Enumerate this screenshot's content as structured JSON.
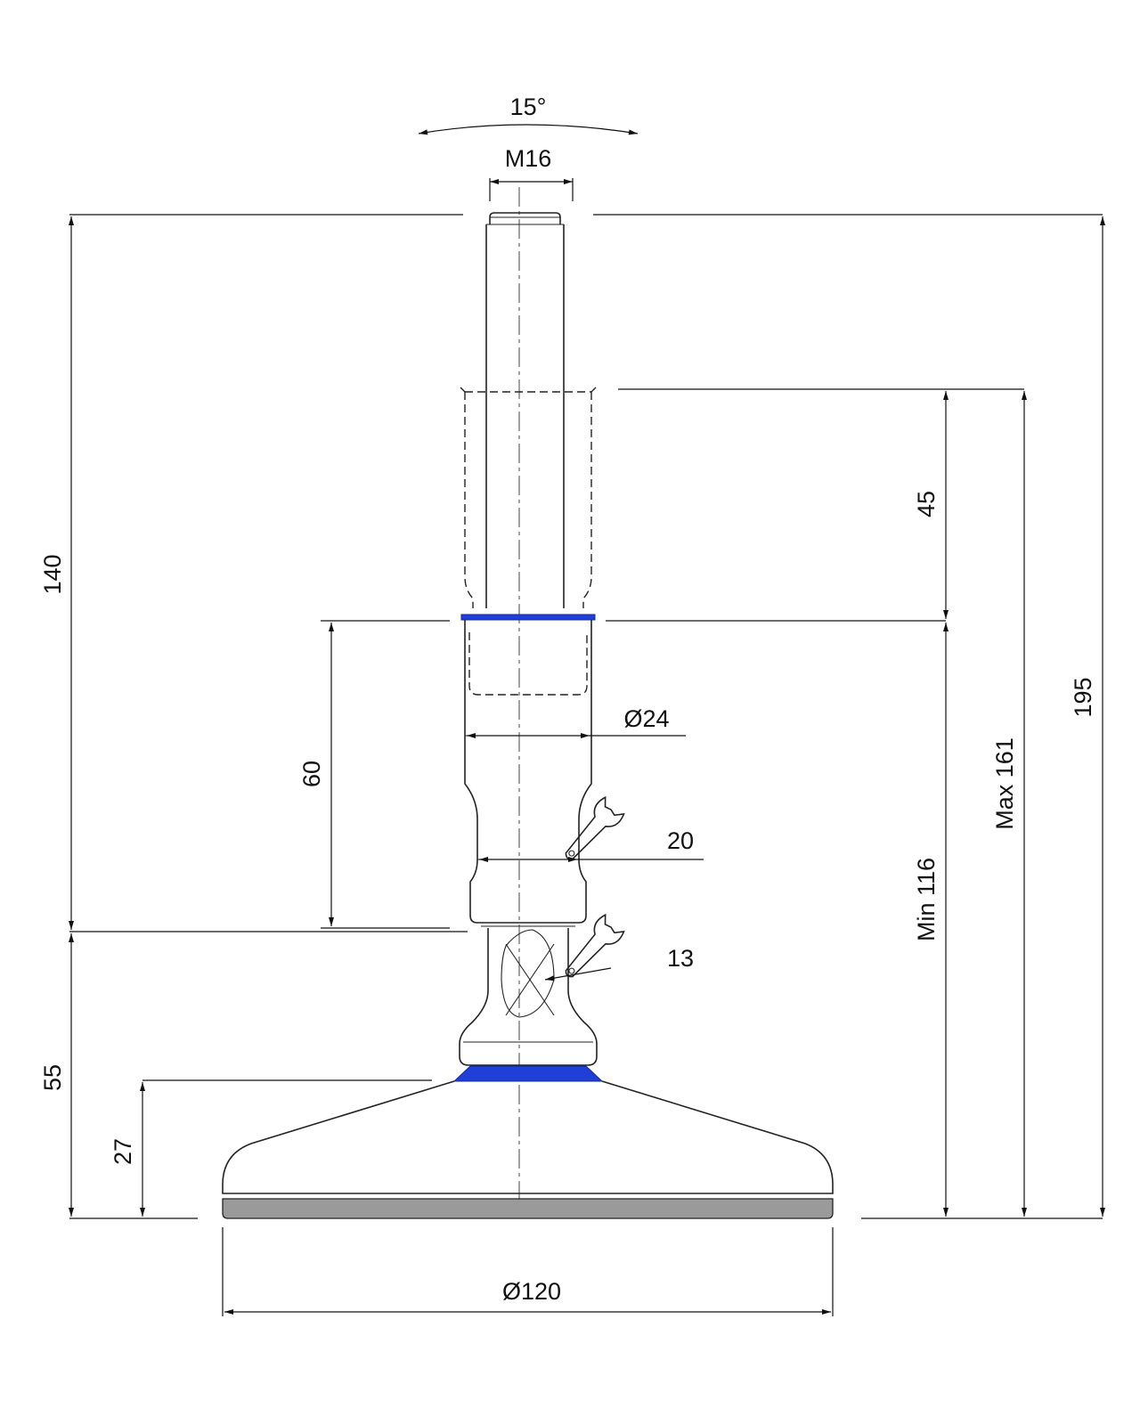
{
  "drawing": {
    "dimensions": {
      "angle": "15°",
      "thread": "M16",
      "total_height_left": "140",
      "stroke": "45",
      "min_height": "Min 116",
      "max_height": "Max 161",
      "total_height_right": "195",
      "body_length": "60",
      "body_diameter": "Ø24",
      "wrench_body": "20",
      "wrench_hex": "13",
      "base_height": "55",
      "pad_height": "27",
      "base_diameter": "Ø120"
    },
    "colors": {
      "line": "#222222",
      "seal": "#1f3fd6",
      "pad": "#9a9a9a"
    },
    "icons": [
      "wrench-icon",
      "wrench-icon"
    ]
  }
}
